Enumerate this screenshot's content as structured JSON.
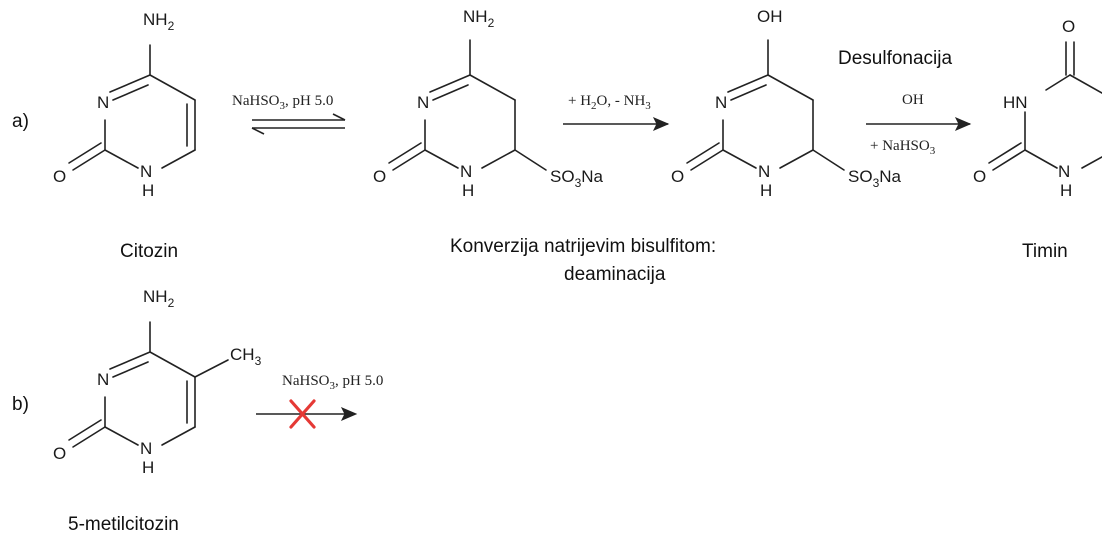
{
  "row_labels": {
    "a": "a)",
    "b": "b)"
  },
  "atoms": {
    "n": "N",
    "nh": "NH",
    "hn": "HN",
    "h": "H",
    "o": "O",
    "oh": "OH",
    "nh2_main": "NH",
    "nh2_sub": "2",
    "so3na_a": "SO",
    "so3na_b": "3",
    "so3na_c": "Na",
    "ch3_main": "CH",
    "ch3_sub": "3"
  },
  "conditions": {
    "step1": {
      "text": "NaHSO",
      "sub": "3",
      "tail": ", pH 5.0"
    },
    "step2": {
      "t1": "+ H",
      "s1": "2",
      "t2": "O, - NH",
      "s2": "3"
    },
    "step3": {
      "title": "Desulfonacija",
      "above": "OH",
      "below": "+ NaHSO",
      "below_sub": "3"
    },
    "step_b": {
      "text": "NaHSO",
      "sub": "3",
      "tail": ", pH 5.0"
    }
  },
  "captions": {
    "citozin": "Citozin",
    "conversion_line1": "Konverzija natrijevim bisulfitom:",
    "conversion_line2": "deaminacija",
    "timin": "Timin",
    "metilcitozin": "5-metilcitozin"
  },
  "colors": {
    "block_mark": "#e53935",
    "ink": "#222222"
  }
}
